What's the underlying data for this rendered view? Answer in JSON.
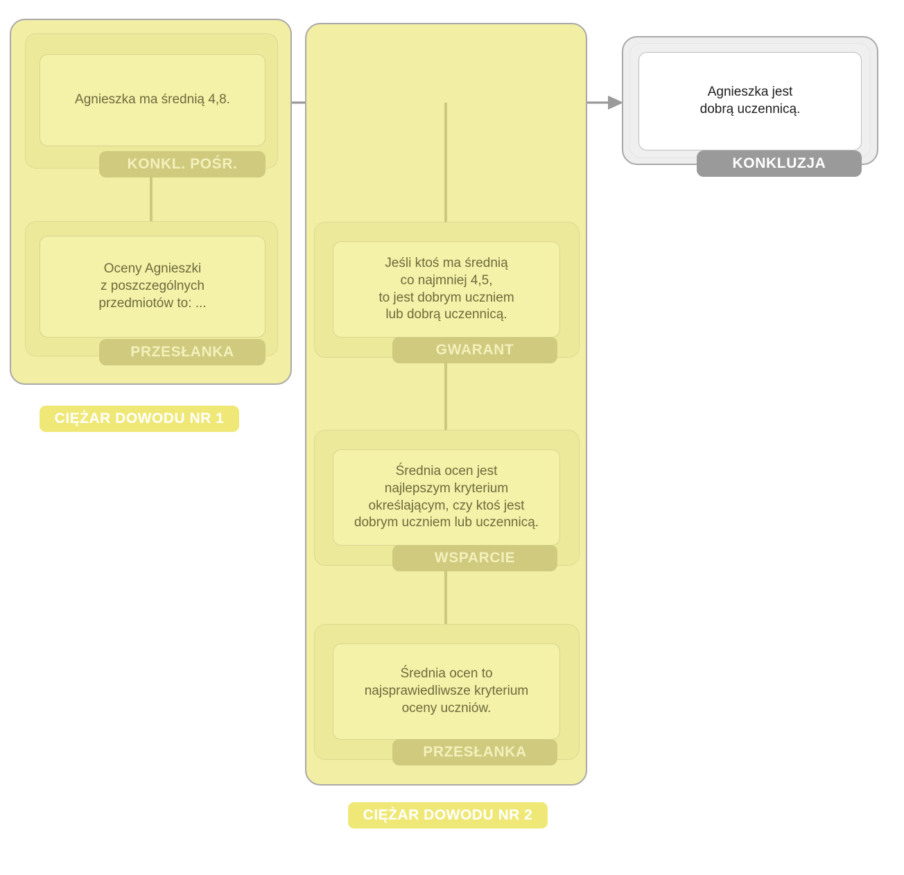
{
  "diagram": {
    "title_role_labels": {
      "intermediate_conclusion": "KONKL. POŚR.",
      "premise": "PRZESŁANKA",
      "warrant": "GWARANT",
      "backing": "WSPARCIE",
      "conclusion": "KONKLUZJA"
    },
    "colors": {
      "card_fill": "#f2efa4",
      "card_border": "#a8a8a8",
      "shell_fill": "#ece99b",
      "statement_fill": "#f4f1a9",
      "statement_text": "#6e6b3c",
      "badge_fill": "#cfca7e",
      "badge_text": "#f3f0bb",
      "badge_gray_fill": "#9a9a9a",
      "pill_fill": "#efe877",
      "pill_text": "#ffffff",
      "connector": "#cdc87e",
      "arrow": "#9a9a9a",
      "conclusion_card_fill": "#eeeeee",
      "conclusion_statement_fill": "#ffffff"
    },
    "groups": [
      {
        "id": "burden-1",
        "label": "CIĘŻAR DOWODU NR 1",
        "nodes": [
          {
            "id": "node-intermediate-conclusion",
            "text": "Agnieszka ma średnią 4,8.",
            "role": "KONKL. POŚR."
          },
          {
            "id": "node-premise-1",
            "text": "Oceny Agnieszki\nz poszczególnych\nprzedmiotów to: ...",
            "role": "PRZESŁANKA"
          }
        ]
      },
      {
        "id": "burden-2",
        "label": "CIĘŻAR DOWODU NR 2",
        "nodes": [
          {
            "id": "node-warrant",
            "text": "Jeśli ktoś ma średnią\nco najmniej 4,5,\nto jest dobrym uczniem\nlub dobrą uczennicą.",
            "role": "GWARANT"
          },
          {
            "id": "node-backing",
            "text": "Średnia ocen jest\nnajlepszym kryterium\nokreślającym, czy ktoś jest\ndobrym uczniem lub uczennicą.",
            "role": "WSPARCIE"
          },
          {
            "id": "node-premise-2",
            "text": "Średnia ocen to\nnajsprawiedliwsze kryterium\noceny uczniów.",
            "role": "PRZESŁANKA"
          }
        ]
      },
      {
        "id": "conclusion-group",
        "label": "",
        "nodes": [
          {
            "id": "node-conclusion",
            "text": "Agnieszka jest\ndobrą uczennicą.",
            "role": "KONKLUZJA"
          }
        ]
      }
    ]
  }
}
